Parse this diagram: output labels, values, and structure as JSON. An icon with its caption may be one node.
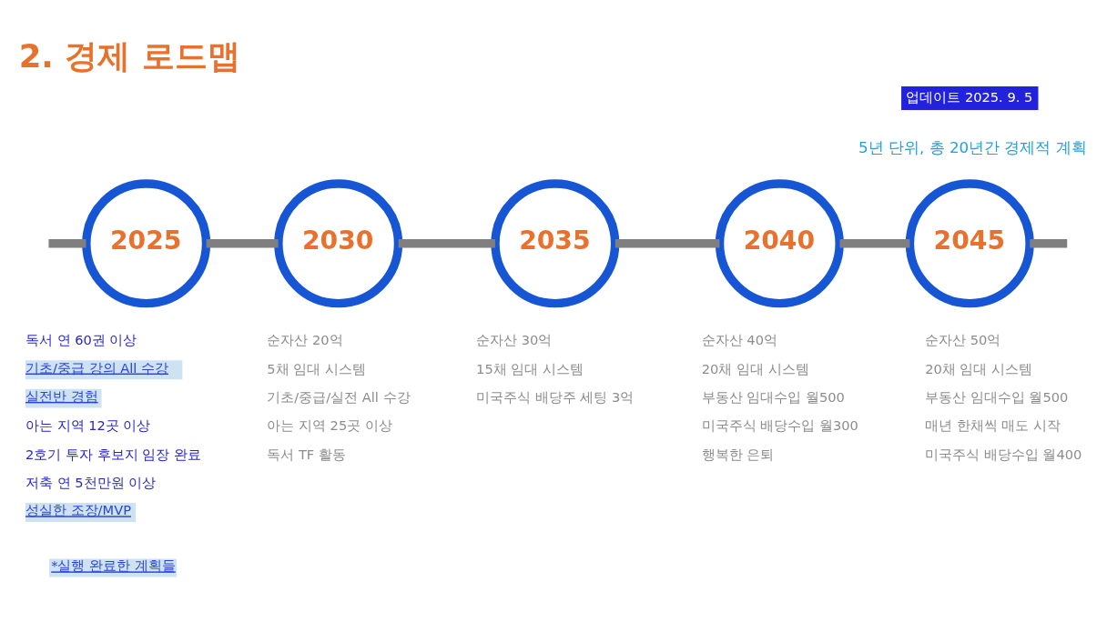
{
  "diagram": {
    "title": "2. 경제 로드맵",
    "nodes": [
      {
        "text": [
          "2025"
        ],
        "beside": [
          "독서 연 60권 이상",
          "기초/중급 강의 All 수강",
          "실전반 경험",
          "아는 지역 12곳 이상",
          "2호기 투자 후보지 임장 완료",
          "저축 연 5천만원 이상",
          "성실한 조장/MVP"
        ]
      },
      {
        "text": [
          "2030"
        ],
        "beside": [
          "순자산 20억",
          "5채 임대 시스템",
          "기초/중급/실전 All 수강",
          "아는 지역 25곳 이상",
          "독서 TF 활동"
        ]
      },
      {
        "text": [
          "2035"
        ],
        "beside": [
          "순자산 30억",
          "15채 임대 시스템",
          "미국주식 배당주 세팅 3억"
        ]
      },
      {
        "text": [
          "2040"
        ],
        "beside": [
          "순자산 40억",
          "20채 임대 시스템",
          "부동산 임대수입 월500",
          "미국주식 배당수입 월300",
          "행복한 은퇴"
        ]
      },
      {
        "text": [
          "2045"
        ],
        "beside": [
          "순자산 50억",
          "20채 임대 시스템",
          "부동산 임대수입 월500",
          "매년 한채씩 매도 시작",
          "미국주식 배당수입 월400"
        ]
      }
    ],
    "edges": [
      {
        "from": null,
        "to": 0,
        "arrow": "none"
      },
      {
        "from": 0,
        "to": 1,
        "arrow": "none"
      },
      {
        "from": 1,
        "to": 2,
        "arrow": "none"
      },
      {
        "from": 2,
        "to": 3,
        "arrow": "none"
      },
      {
        "from": 3,
        "to": 4,
        "arrow": "none"
      },
      {
        "from": 4,
        "to": null,
        "arrow": "none"
      }
    ],
    "labels": [
      "업데이트 2025. 9. 5",
      "5년 단위, 총 20년간 경제적 계획"
    ],
    "legend": [
      {
        "text": "*실행 완료한 계획들",
        "color": "#cfe2f3"
      }
    ]
  }
}
